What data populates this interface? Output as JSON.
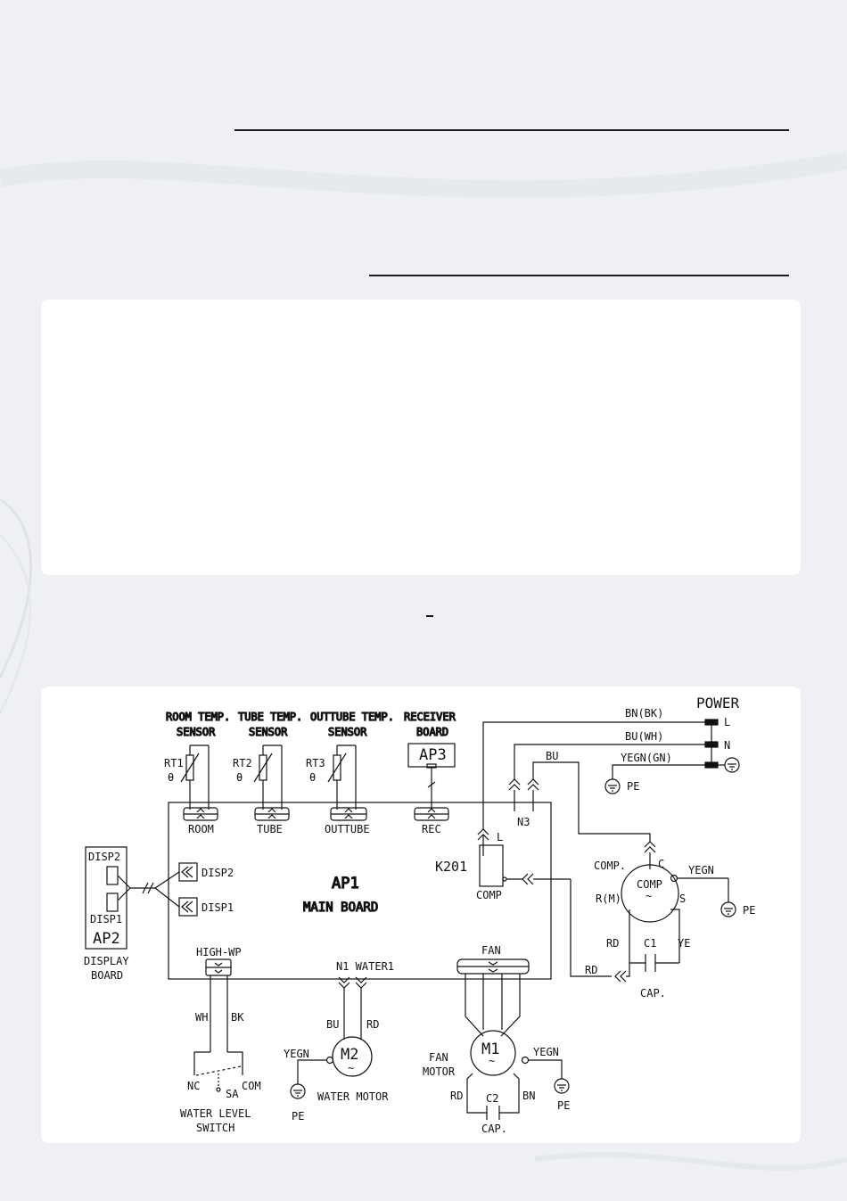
{
  "labels": {
    "power": "POWER",
    "l": "L",
    "n": "N",
    "pe": "PE",
    "bn_bk": "BN(BK)",
    "bu_wh": "BU(WH)",
    "yegn_gn": "YEGN(GN)",
    "bu": "BU",
    "bk": "BK",
    "wh": "WH",
    "rd": "RD",
    "ye": "YE",
    "bn": "BN",
    "yegn": "YEGN",
    "room_temp": "ROOM TEMP.",
    "tube_temp": "TUBE TEMP.",
    "outtube_temp": "OUTTUBE TEMP.",
    "receiver": "RECEIVER",
    "sensor": "SENSOR",
    "board": "BOARD",
    "rt1": "RT1",
    "rt2": "RT2",
    "rt3": "RT3",
    "theta": "θ",
    "ap3": "AP3",
    "room": "ROOM",
    "tube": "TUBE",
    "outtube": "OUTTUBE",
    "rec": "REC",
    "n3": "N3",
    "k201": "K201",
    "comp": "COMP",
    "comp_dot": "COMP.",
    "c": "C",
    "rm": "R(M)",
    "s": "S",
    "c1": "C1",
    "cap": "CAP.",
    "ap1": "AP1",
    "main_board": "MAIN BOARD",
    "disp1": "DISP1",
    "disp2": "DISP2",
    "ap2": "AP2",
    "display": "DISPLAY",
    "high_wp": "HIGH-WP",
    "n1_water1": "N1 WATER1",
    "fan": "FAN",
    "m1": "M1",
    "m2": "M2",
    "tilde": "~",
    "fan_motor_1": "FAN",
    "fan_motor_2": "MOTOR",
    "water_motor": "WATER MOTOR",
    "c2": "C2",
    "nc": "NC",
    "com": "COM",
    "sa": "SA",
    "wls_1": "WATER LEVEL",
    "wls_2": "SWITCH"
  }
}
